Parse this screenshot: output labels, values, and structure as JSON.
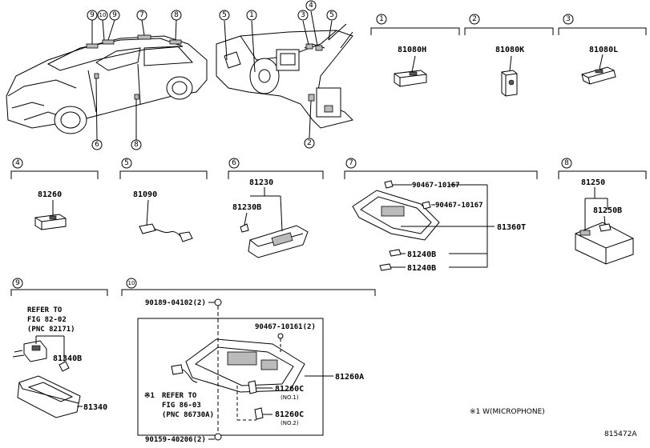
{
  "callouts": {
    "c1": "1",
    "c2": "2",
    "c3": "3",
    "c4": "4",
    "c5": "5",
    "c6": "6",
    "c7": "7",
    "c8": "8",
    "c9": "9",
    "c10": "10"
  },
  "parts": {
    "p81080H": "81080H",
    "p81080K": "81080K",
    "p81080L": "81080L",
    "p81260": "81260",
    "p81090": "81090",
    "p81230": "81230",
    "p81230B": "81230B",
    "p90467_10167a": "90467-10167",
    "p90467_10167b": "90467-10167",
    "p81360T": "81360T",
    "p81240Ba": "81240B",
    "p81240Bb": "81240B",
    "p81250": "81250",
    "p81250B": "81250B",
    "p81340B": "81340B",
    "p81340": "81340",
    "p90189": "90189-04102(2)",
    "p90467_10161": "90467-10161(2)",
    "p81260A": "81260A",
    "p81260Ca": "81260C",
    "p81260Cb": "81260C",
    "no1": "(NO.1)",
    "no2": "(NO.2)",
    "p90159": "90159-40206(2)"
  },
  "notes": {
    "refer9_l1": "REFER TO",
    "refer9_l2": "FIG 82-02",
    "refer9_l3": "(PNC 82171)",
    "refer10_mark": "※1",
    "refer10_l1": "REFER TO",
    "refer10_l2": "FIG 86-03",
    "refer10_l3": "(PNC 86730A)",
    "legend": "※1 W(MICROPHONE)",
    "figure_id": "815472A"
  }
}
